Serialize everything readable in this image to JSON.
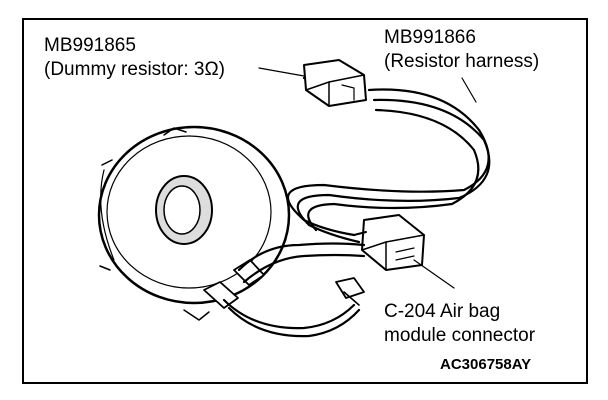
{
  "labels": {
    "mb991865": {
      "part": "MB991865",
      "desc": "(Dummy resistor: 3Ω)"
    },
    "mb991866": {
      "part": "MB991866",
      "desc": "(Resistor harness)"
    },
    "connector": {
      "line1": "C-204 Air bag",
      "line2": "module connector"
    }
  },
  "figure_ref": "AC306758AY"
}
